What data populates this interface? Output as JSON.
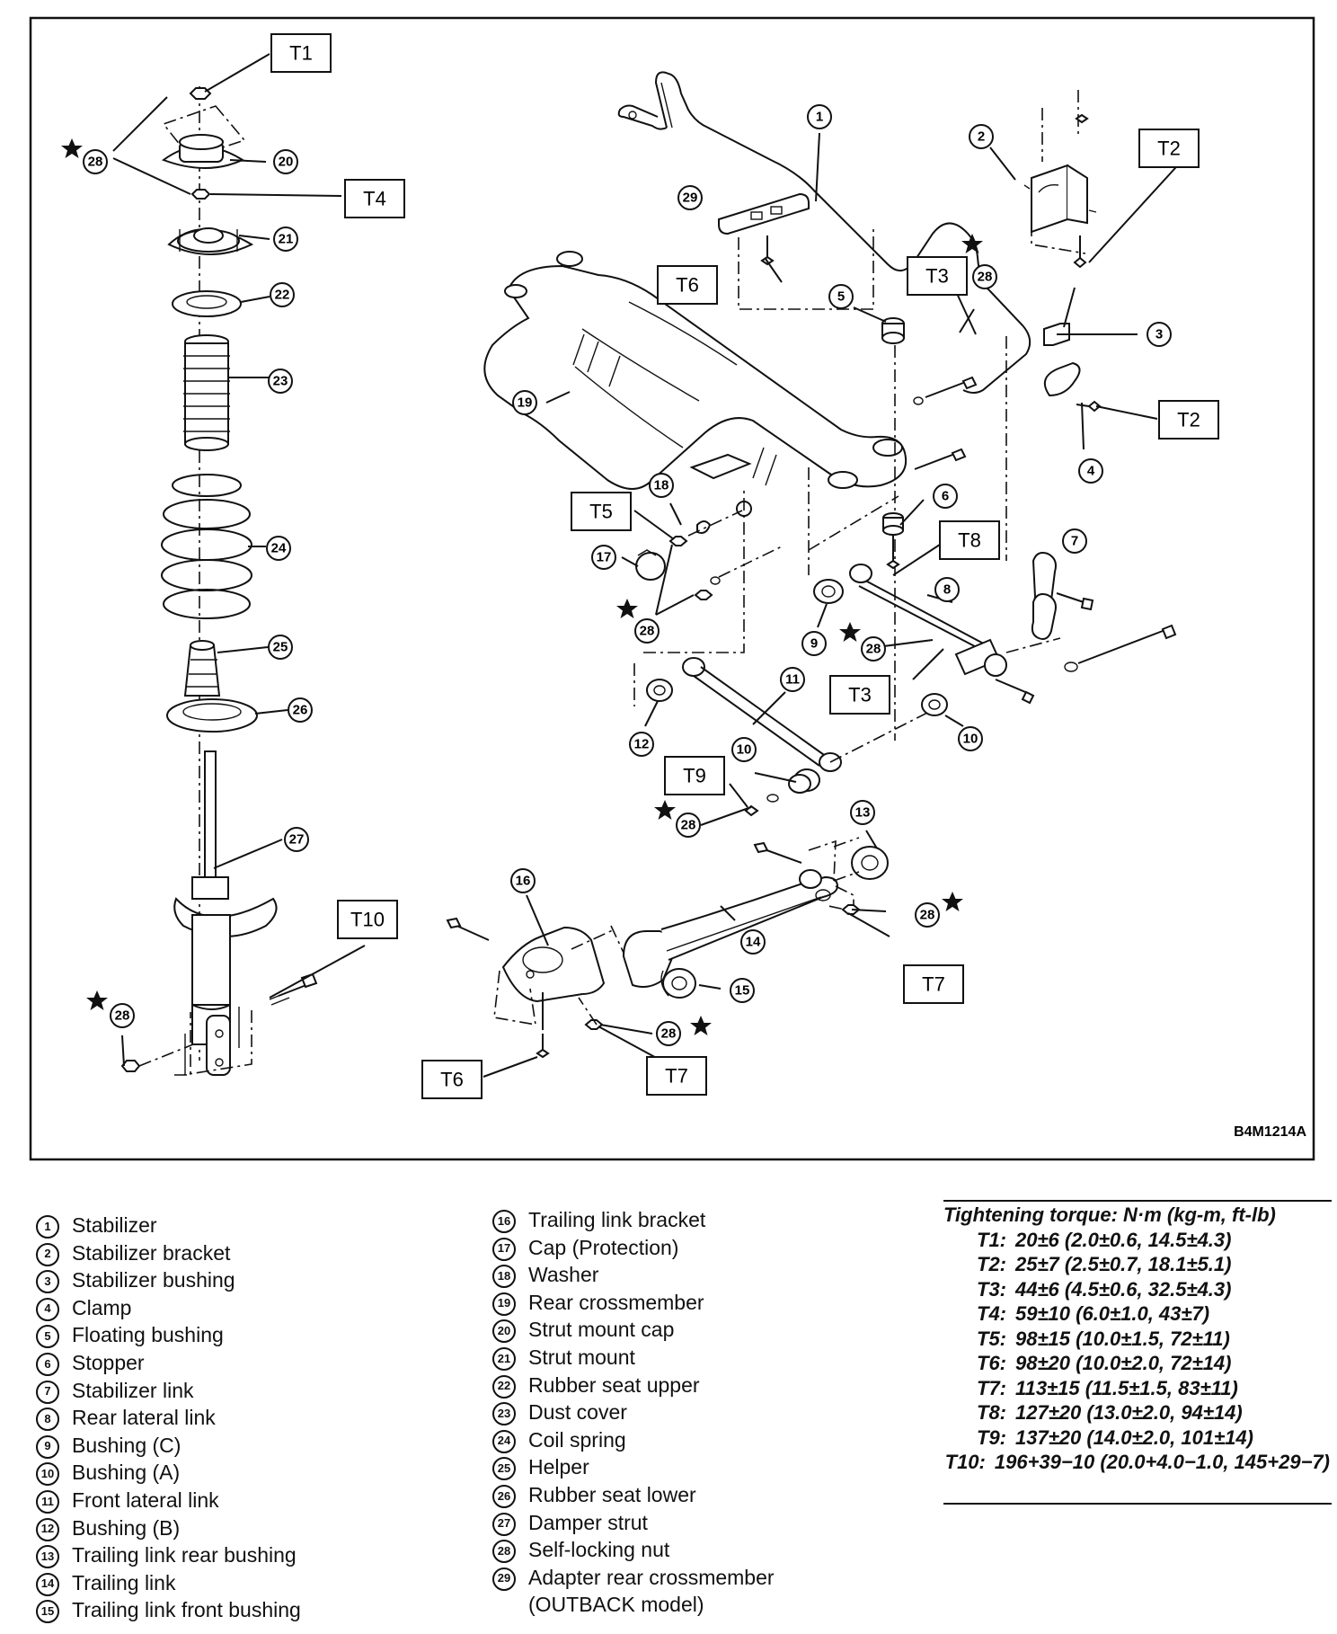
{
  "figure_code": "B4M1214A",
  "torque_tags": {
    "t1": "T1",
    "t2": "T2",
    "t3": "T3",
    "t4": "T4",
    "t5": "T5",
    "t6": "T6",
    "t7": "T7",
    "t8": "T8",
    "t9": "T9",
    "t10": "T10"
  },
  "callout_numbers": [
    "1",
    "2",
    "3",
    "4",
    "5",
    "6",
    "7",
    "8",
    "9",
    "10",
    "11",
    "12",
    "13",
    "14",
    "15",
    "16",
    "17",
    "18",
    "19",
    "20",
    "21",
    "22",
    "23",
    "24",
    "25",
    "26",
    "27",
    "28",
    "29"
  ],
  "parts": [
    {
      "num": "1",
      "name": "Stabilizer"
    },
    {
      "num": "2",
      "name": "Stabilizer bracket"
    },
    {
      "num": "3",
      "name": "Stabilizer bushing"
    },
    {
      "num": "4",
      "name": "Clamp"
    },
    {
      "num": "5",
      "name": "Floating bushing"
    },
    {
      "num": "6",
      "name": "Stopper"
    },
    {
      "num": "7",
      "name": "Stabilizer link"
    },
    {
      "num": "8",
      "name": "Rear lateral link"
    },
    {
      "num": "9",
      "name": "Bushing (C)"
    },
    {
      "num": "10",
      "name": "Bushing (A)"
    },
    {
      "num": "11",
      "name": "Front lateral link"
    },
    {
      "num": "12",
      "name": "Bushing (B)"
    },
    {
      "num": "13",
      "name": "Trailing link rear bushing"
    },
    {
      "num": "14",
      "name": "Trailing link"
    },
    {
      "num": "15",
      "name": "Trailing link front bushing"
    },
    {
      "num": "16",
      "name": "Trailing link bracket"
    },
    {
      "num": "17",
      "name": "Cap (Protection)"
    },
    {
      "num": "18",
      "name": "Washer"
    },
    {
      "num": "19",
      "name": "Rear crossmember"
    },
    {
      "num": "20",
      "name": "Strut mount cap"
    },
    {
      "num": "21",
      "name": "Strut mount"
    },
    {
      "num": "22",
      "name": "Rubber seat upper"
    },
    {
      "num": "23",
      "name": "Dust cover"
    },
    {
      "num": "24",
      "name": "Coil spring"
    },
    {
      "num": "25",
      "name": "Helper"
    },
    {
      "num": "26",
      "name": "Rubber seat lower"
    },
    {
      "num": "27",
      "name": "Damper strut"
    },
    {
      "num": "28",
      "name": "Self-locking nut"
    },
    {
      "num": "29",
      "name": "Adapter rear crossmember",
      "note": "(OUTBACK model)"
    }
  ],
  "torque": {
    "title": "Tightening torque: N·m (kg-m, ft-lb)",
    "rows": [
      {
        "label": "T1:",
        "value": "20±6 (2.0±0.6, 14.5±4.3)"
      },
      {
        "label": "T2:",
        "value": "25±7 (2.5±0.7, 18.1±5.1)"
      },
      {
        "label": "T3:",
        "value": "44±6 (4.5±0.6, 32.5±4.3)"
      },
      {
        "label": "T4:",
        "value": "59±10 (6.0±1.0, 43±7)"
      },
      {
        "label": "T5:",
        "value": "98±15 (10.0±1.5, 72±11)"
      },
      {
        "label": "T6:",
        "value": "98±20 (10.0±2.0, 72±14)"
      },
      {
        "label": "T7:",
        "value": "113±15 (11.5±1.5, 83±11)"
      },
      {
        "label": "T8:",
        "value": "127±20 (13.0±2.0, 94±14)"
      },
      {
        "label": "T9:",
        "value": "137±20 (14.0±2.0, 101±14)"
      },
      {
        "label": "T10:",
        "value": "196+39−10 (20.0+4.0−1.0, 145+29−7)"
      }
    ]
  }
}
